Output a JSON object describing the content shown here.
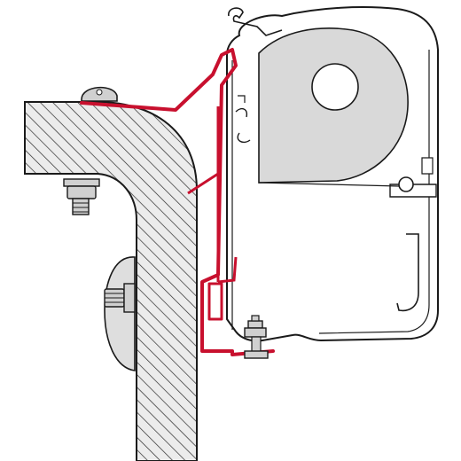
{
  "diagram": {
    "kind": "technical cross-section",
    "labels": [],
    "colors": {
      "outline": "#1a1a1a",
      "hatch_fill": "#ececec",
      "hatch_line": "#2a2a2a",
      "bracket_red": "#c8102e",
      "roller_fill": "#d9d9d9",
      "hub_fill": "#ffffff",
      "awning_fill": "#ffffff",
      "rubber_fill": "#dedede",
      "bolt_fill": "#d0d0d0"
    },
    "parts": [
      "vehicle-wall-section",
      "adapter-bracket",
      "awning-cassette",
      "awning-roller",
      "roof-bolt",
      "side-bolt",
      "rubber-pad",
      "bottom-bolt"
    ]
  }
}
